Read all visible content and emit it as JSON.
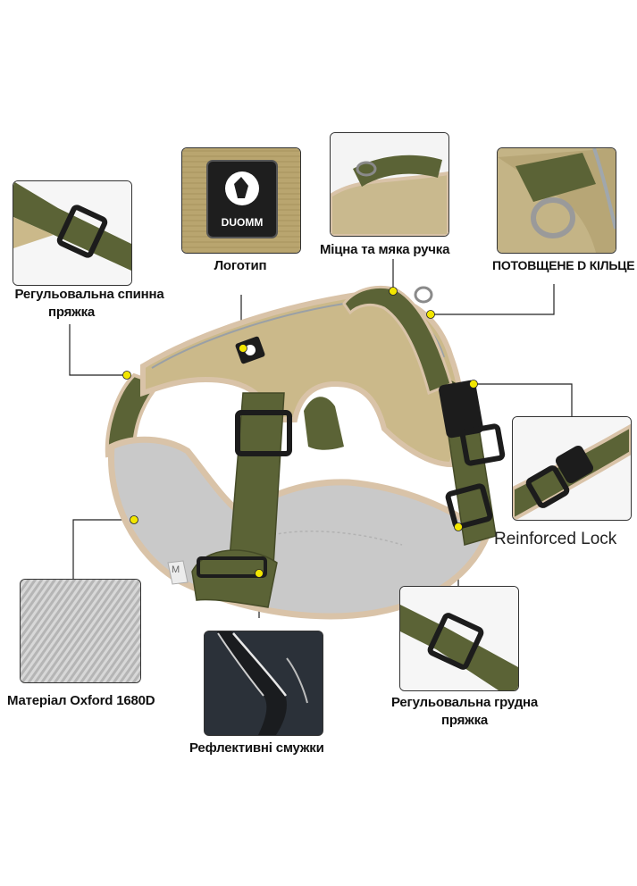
{
  "callouts": {
    "logo": "Логотип",
    "handle": "Міцна та мяка ручка",
    "d_ring": "ПОТОВЩЕНЕ D КІЛЬЦЕ",
    "back_buckle_line1": "Регульовальна спинна",
    "back_buckle_line2": "пряжка",
    "lock": "Reinforced Lock",
    "material": "Матеріал Oxford 1680D",
    "chest_buckle_line1": "Регульовальна грудна",
    "chest_buckle_line2": "пряжка",
    "reflective": "Рефлективні смужки"
  },
  "brand": {
    "patch_text": "DUOMM",
    "size_tag": "M"
  },
  "colors": {
    "olive": "#5b6336",
    "olive_dark": "#454b27",
    "khaki": "#cbb98a",
    "beige_trim": "#d9c3a8",
    "mesh_grey": "#c9c9c9",
    "dot_yellow": "#f2e600",
    "buckle_black": "#1c1c1c"
  },
  "icons": [
    "dog-head-logo-icon",
    "d-ring-icon",
    "buckle-icon",
    "side-release-lock-icon"
  ]
}
